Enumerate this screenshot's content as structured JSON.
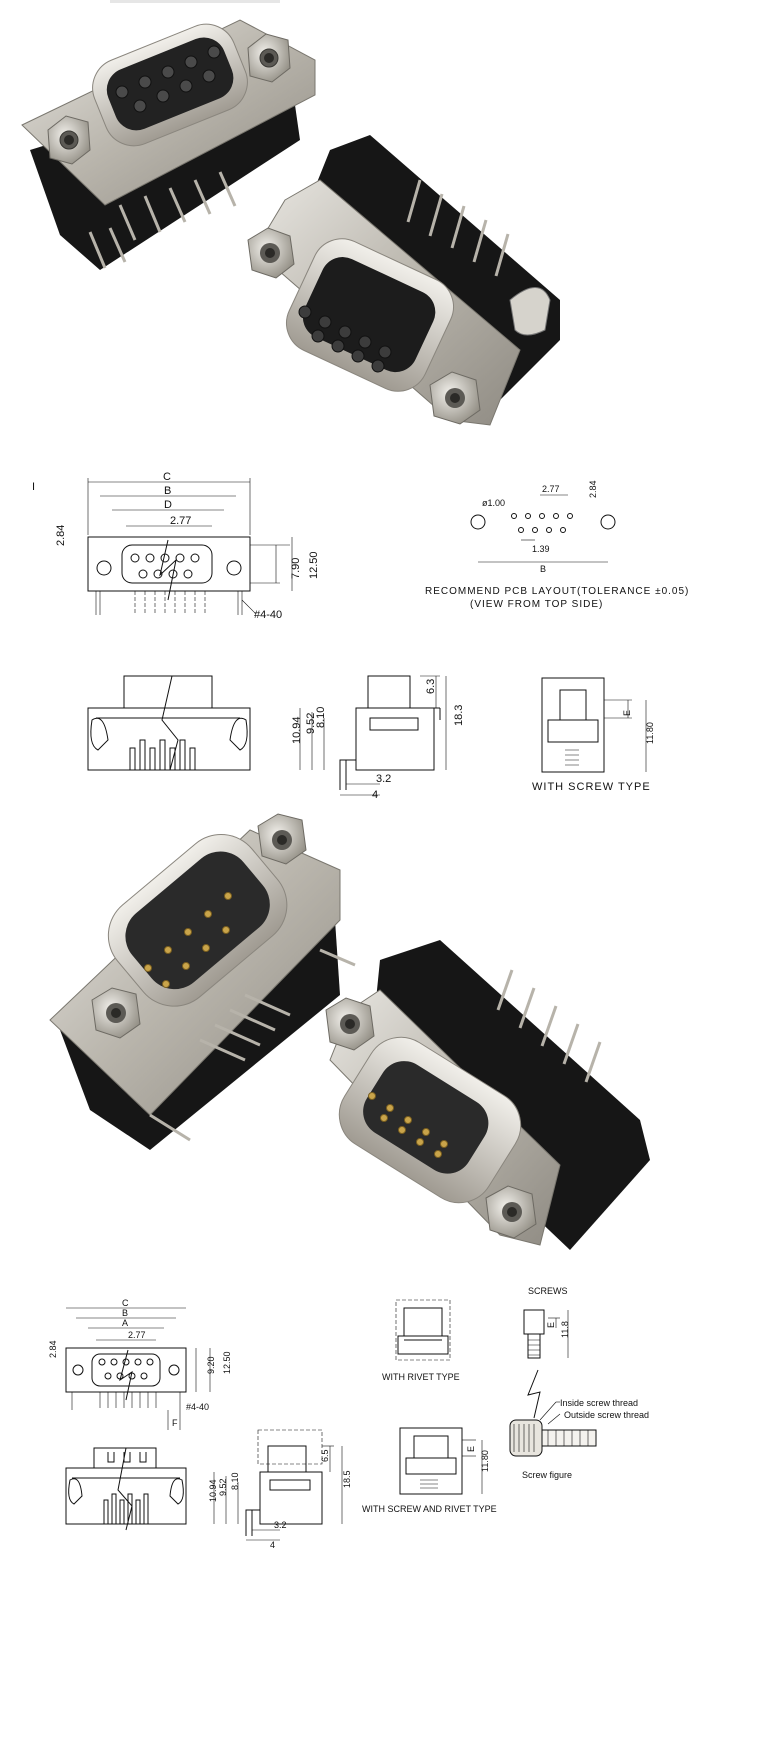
{
  "title_tick": "I",
  "drawing1": {
    "top": {
      "C": "C",
      "B": "B",
      "D": "D",
      "pitch": "2.77",
      "h1": "2.84",
      "w790": "7.90",
      "w1250": "12.50",
      "screw": "#4-40"
    },
    "pcb": {
      "hole": "ø1.00",
      "pitch": "2.77",
      "row": "2.84",
      "half": "1.39",
      "B": "B",
      "caption1": "RECOMMEND PCB LAYOUT(TOLERANCE ±0.05)",
      "caption2": "(VIEW FROM TOP SIDE)"
    },
    "side": {
      "d1094": "10.94",
      "d952": "9.52",
      "d810": "8.10",
      "d63": "6.3",
      "d183": "18.3",
      "d32": "3.2",
      "d4": "4"
    },
    "screw_view": {
      "E": "E",
      "d1180": "11.80",
      "caption": "WITH SCREW TYPE"
    }
  },
  "drawing2": {
    "top": {
      "C": "C",
      "B": "B",
      "A": "A",
      "pitch": "2.77",
      "h": "2.84",
      "d920": "9.20",
      "d1250": "12.50",
      "screw": "#4-40",
      "F": "F"
    },
    "side": {
      "d1094": "10.94",
      "d952": "9.52",
      "d810": "8.10",
      "d65": "6.5",
      "d185": "18.5",
      "d32": "3.2",
      "d4": "4"
    },
    "rivet": {
      "caption": "WITH RIVET TYPE"
    },
    "screw_rivet": {
      "E": "E",
      "d1180": "11.80",
      "caption": "WITH SCREW AND RIVET TYPE"
    },
    "screws": {
      "title": "SCREWS",
      "E": "E",
      "d118": "11.8",
      "inside": "Inside screw thread",
      "outside": "Outside screw thread",
      "figure": "Screw figure"
    }
  },
  "colors": {
    "metal": "#c9c5bc",
    "plastic": "#1b1b1b",
    "gold": "#c9a44a"
  }
}
